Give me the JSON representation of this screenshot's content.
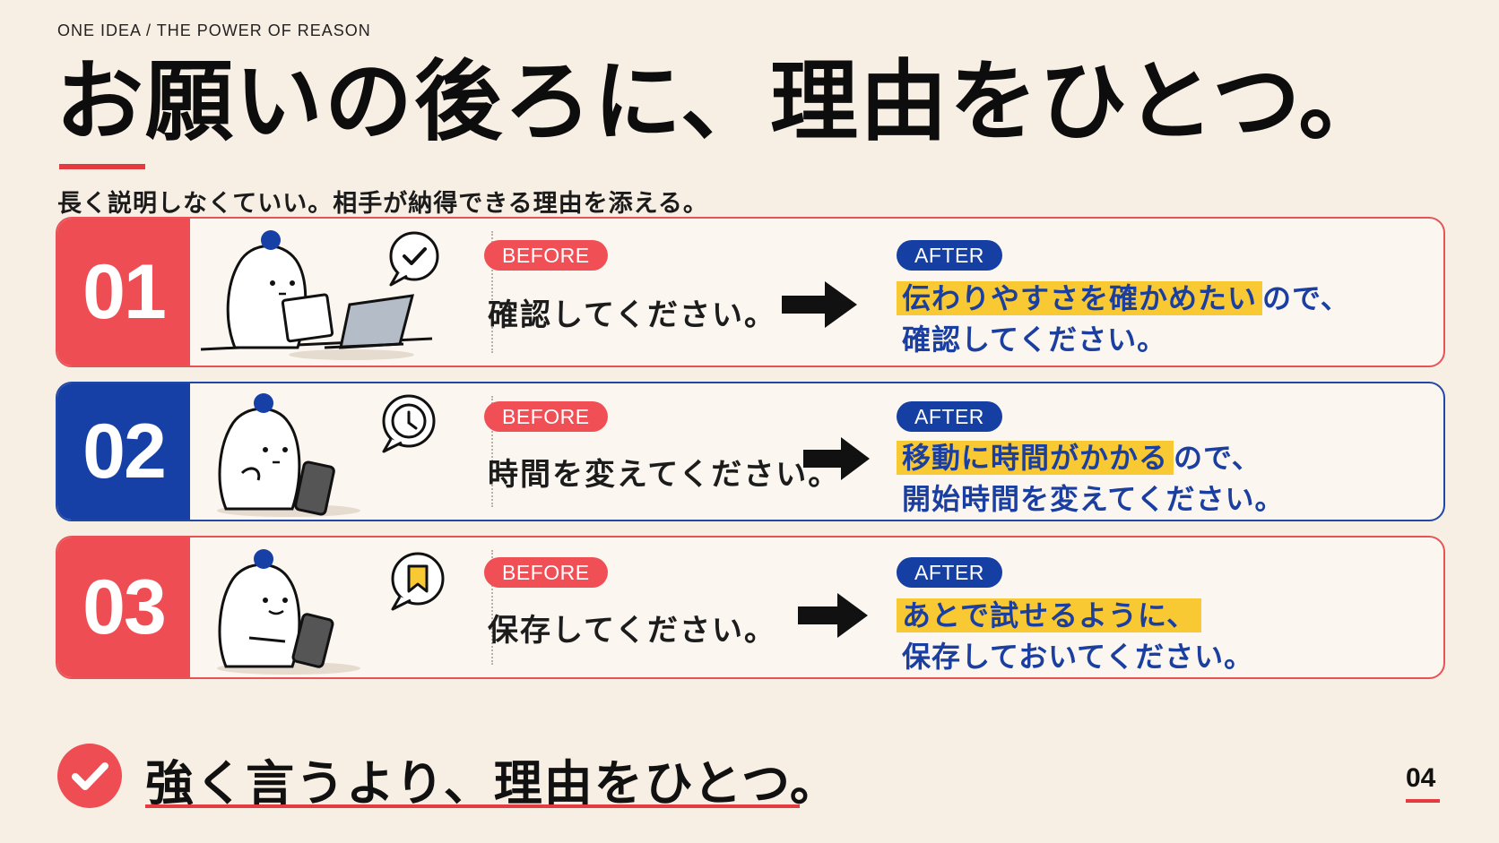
{
  "header": {
    "kicker": "ONE IDEA / THE POWER OF REASON",
    "title": "お願いの後ろに、理由をひとつ。",
    "subtitle": "長く説明しなくていい。相手が納得できる理由を添える。"
  },
  "rows": [
    {
      "number": "01",
      "illustration": "person-with-laptop-check-bubble",
      "before_label": "BEFORE",
      "before_text": "確認してください。",
      "after_label": "AFTER",
      "after_highlight": "伝わりやすさを確かめたい",
      "after_rest_line1": "ので、",
      "after_line2": "確認してください。"
    },
    {
      "number": "02",
      "illustration": "person-with-phone-clock-bubble",
      "before_label": "BEFORE",
      "before_text": "時間を変えてください。",
      "after_label": "AFTER",
      "after_highlight": "移動に時間がかかる",
      "after_rest_line1": "ので、",
      "after_line2": "開始時間を変えてください。"
    },
    {
      "number": "03",
      "illustration": "person-with-phone-bookmark-bubble",
      "before_label": "BEFORE",
      "before_text": "保存してください。",
      "after_label": "AFTER",
      "after_highlight": "あとで試せるように、",
      "after_rest_line1": "",
      "after_line2": "保存しておいてください。"
    }
  ],
  "conclusion": {
    "icon": "check-circle-icon",
    "text": "強く言うより、理由をひとつ。"
  },
  "page_number": "04",
  "colors": {
    "background": "#f7efe4",
    "red": "#ee4e53",
    "blue": "#1640a6",
    "highlight": "#f8c933",
    "after_text": "#1a3fa0"
  }
}
